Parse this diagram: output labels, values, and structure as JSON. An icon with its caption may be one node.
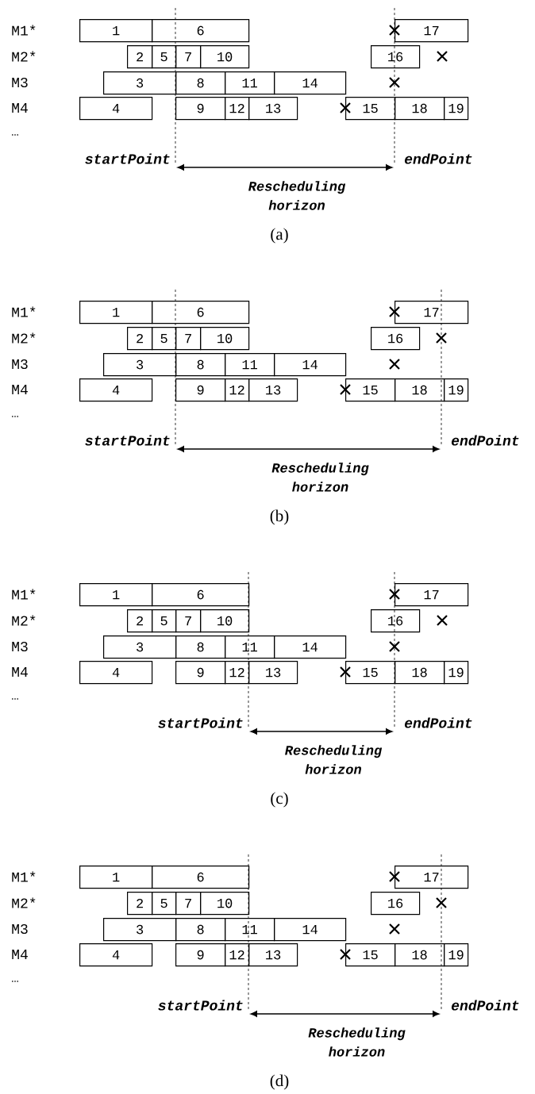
{
  "diagram": {
    "nodes": [
      {
        "text": [
          "1"
        ]
      },
      {
        "text": [
          "6"
        ]
      },
      {
        "text": [
          "17"
        ]
      },
      {
        "text": [
          "2"
        ]
      },
      {
        "text": [
          "5"
        ]
      },
      {
        "text": [
          "7"
        ]
      },
      {
        "text": [
          "10"
        ]
      },
      {
        "text": [
          "16"
        ]
      },
      {
        "text": [
          "3"
        ]
      },
      {
        "text": [
          "8"
        ]
      },
      {
        "text": [
          "11"
        ]
      },
      {
        "text": [
          "14"
        ]
      },
      {
        "text": [
          "4"
        ]
      },
      {
        "text": [
          "9"
        ]
      },
      {
        "text": [
          "12"
        ]
      },
      {
        "text": [
          "13"
        ]
      },
      {
        "text": [
          "15"
        ]
      },
      {
        "text": [
          "18"
        ]
      },
      {
        "text": [
          "19"
        ]
      },
      {
        "text": [
          "1"
        ]
      },
      {
        "text": [
          "6"
        ]
      },
      {
        "text": [
          "17"
        ]
      },
      {
        "text": [
          "2"
        ]
      },
      {
        "text": [
          "5"
        ]
      },
      {
        "text": [
          "7"
        ]
      },
      {
        "text": [
          "10"
        ]
      },
      {
        "text": [
          "16"
        ]
      },
      {
        "text": [
          "3"
        ]
      },
      {
        "text": [
          "8"
        ]
      },
      {
        "text": [
          "11"
        ]
      },
      {
        "text": [
          "14"
        ]
      },
      {
        "text": [
          "4"
        ]
      },
      {
        "text": [
          "9"
        ]
      },
      {
        "text": [
          "12"
        ]
      },
      {
        "text": [
          "13"
        ]
      },
      {
        "text": [
          "15"
        ]
      },
      {
        "text": [
          "18"
        ]
      },
      {
        "text": [
          "19"
        ]
      },
      {
        "text": [
          "1"
        ]
      },
      {
        "text": [
          "6"
        ]
      },
      {
        "text": [
          "17"
        ]
      },
      {
        "text": [
          "2"
        ]
      },
      {
        "text": [
          "5"
        ]
      },
      {
        "text": [
          "7"
        ]
      },
      {
        "text": [
          "10"
        ]
      },
      {
        "text": [
          "16"
        ]
      },
      {
        "text": [
          "3"
        ]
      },
      {
        "text": [
          "8"
        ]
      },
      {
        "text": [
          "11"
        ]
      },
      {
        "text": [
          "14"
        ]
      },
      {
        "text": [
          "4"
        ]
      },
      {
        "text": [
          "9"
        ]
      },
      {
        "text": [
          "12"
        ]
      },
      {
        "text": [
          "13"
        ]
      },
      {
        "text": [
          "15"
        ]
      },
      {
        "text": [
          "18"
        ]
      },
      {
        "text": [
          "19"
        ]
      },
      {
        "text": [
          "1"
        ]
      },
      {
        "text": [
          "6"
        ]
      },
      {
        "text": [
          "17"
        ]
      },
      {
        "text": [
          "2"
        ]
      },
      {
        "text": [
          "5"
        ]
      },
      {
        "text": [
          "7"
        ]
      },
      {
        "text": [
          "10"
        ]
      },
      {
        "text": [
          "16"
        ]
      },
      {
        "text": [
          "3"
        ]
      },
      {
        "text": [
          "8"
        ]
      },
      {
        "text": [
          "11"
        ]
      },
      {
        "text": [
          "14"
        ]
      },
      {
        "text": [
          "4"
        ]
      },
      {
        "text": [
          "9"
        ]
      },
      {
        "text": [
          "12"
        ]
      },
      {
        "text": [
          "13"
        ]
      },
      {
        "text": [
          "15"
        ]
      },
      {
        "text": [
          "18"
        ]
      },
      {
        "text": [
          "19"
        ]
      }
    ],
    "labels": [
      "M1*",
      "M2*",
      "M3",
      "M4",
      "…",
      "startPoint",
      "endPoint",
      "Rescheduling horizon",
      "(a)",
      "M1*",
      "M2*",
      "M3",
      "M4",
      "…",
      "startPoint",
      "endPoint",
      "Rescheduling horizon",
      "(b)",
      "M1*",
      "M2*",
      "M3",
      "M4",
      "…",
      "startPoint",
      "endPoint",
      "Rescheduling horizon",
      "(c)",
      "M1*",
      "M2*",
      "M3",
      "M4",
      "…",
      "startPoint",
      "endPoint",
      "Rescheduling horizon",
      "(d)"
    ]
  }
}
